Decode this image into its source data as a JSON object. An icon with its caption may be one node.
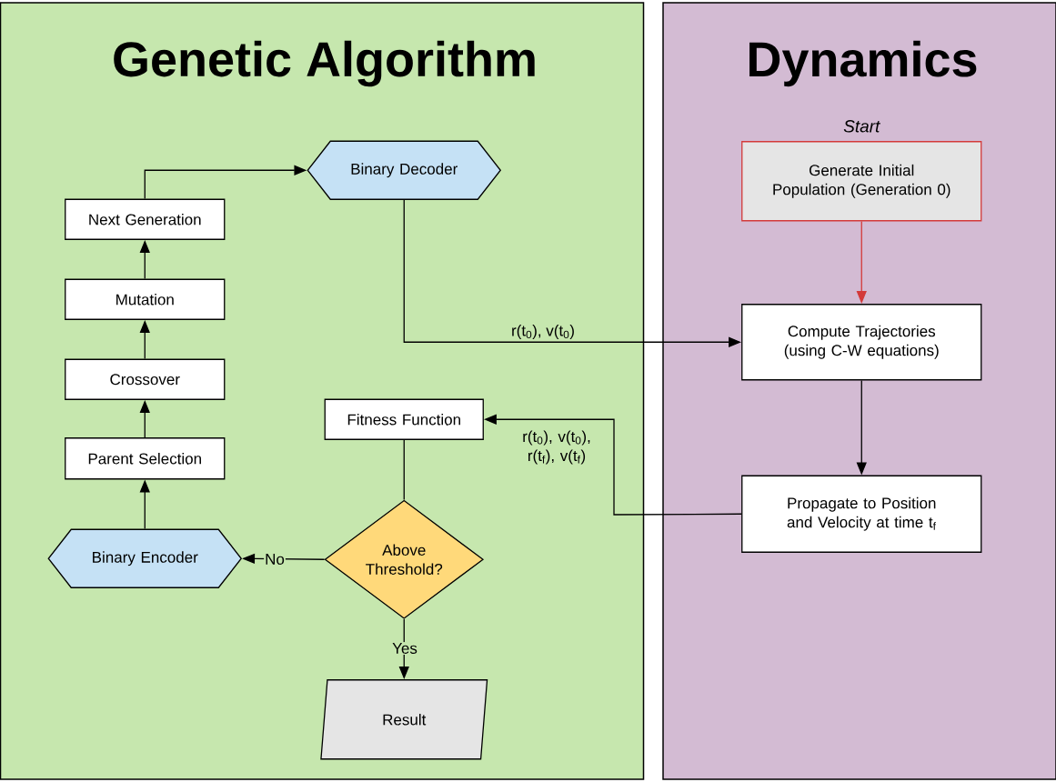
{
  "diagram": {
    "nodes": [
      {
        "text": [
          "Genetic Algorithm"
        ]
      },
      {
        "text": [
          "Dynamics"
        ]
      },
      {
        "text": [
          "Generate Initial Population (Generation 0)"
        ],
        "in": 1,
        "beside": [
          "Start"
        ]
      },
      {
        "text": [
          "Compute Trajectories (using C-W equations)"
        ],
        "in": 1
      },
      {
        "text": [
          "Propagate to Position and Velocity at time t$_{f}$"
        ],
        "in": 1
      },
      {
        "text": [
          "Binary Decoder"
        ],
        "in": 0
      },
      {
        "text": [
          "Next Generation"
        ],
        "in": 0
      },
      {
        "text": [
          "Mutation"
        ],
        "in": 0
      },
      {
        "text": [
          "Crossover"
        ],
        "in": 0
      },
      {
        "text": [
          "Parent Selection"
        ],
        "in": 0
      },
      {
        "text": [
          "Binary Encoder"
        ],
        "in": 0
      },
      {
        "text": [
          "Fitness Function"
        ],
        "in": 0
      },
      {
        "text": [
          "Above Threshold?"
        ],
        "in": 0
      },
      {
        "text": [
          "Result"
        ],
        "in": 0
      }
    ],
    "edges": [
      {
        "from": 2,
        "to": 3,
        "arrow": "to",
        "color": "#d33a3a"
      },
      {
        "from": 3,
        "to": 4,
        "arrow": "to"
      },
      {
        "from": 4,
        "to": 11,
        "arrow": "to",
        "label": "r(t$_{0}$), v(t$_{0}$), r(t$_{f}$), v(t$_{f}$)"
      },
      {
        "from": 5,
        "to": 3,
        "arrow": "to",
        "label": "r(t$_{0}$), v(t$_{0}$)"
      },
      {
        "from": 11,
        "to": 12,
        "arrow": "none"
      },
      {
        "from": 12,
        "to": 10,
        "arrow": "to",
        "label": "No"
      },
      {
        "from": 12,
        "to": 13,
        "arrow": "to",
        "label": "Yes"
      },
      {
        "from": 10,
        "to": 9,
        "arrow": "to"
      },
      {
        "from": 9,
        "to": 8,
        "arrow": "to"
      },
      {
        "from": 8,
        "to": 7,
        "arrow": "to"
      },
      {
        "from": 7,
        "to": 6,
        "arrow": "to"
      },
      {
        "from": 6,
        "to": 5,
        "arrow": "to"
      }
    ]
  }
}
